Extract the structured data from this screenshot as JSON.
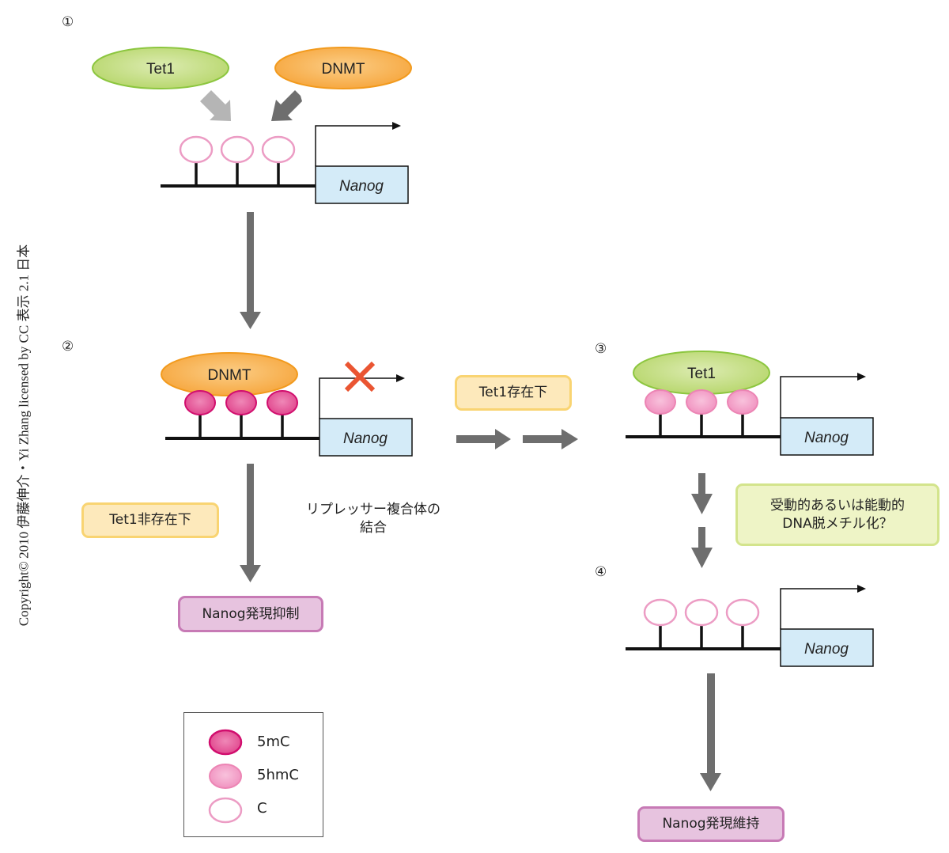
{
  "copyright": "Copyright© 2010 伊藤伸介・Yi Zhang licensed by CC 表示 2.1 日本",
  "steps": [
    {
      "number": "①",
      "gene": "Nanog",
      "sites": "C",
      "enzymes": [
        "Tet1",
        "DNMT"
      ]
    },
    {
      "number": "②",
      "gene": "Nanog",
      "sites": "5mC",
      "bound_enzyme": "DNMT",
      "transcription_blocked": true
    },
    {
      "number": "③",
      "gene": "Nanog",
      "sites": "5hmC",
      "bound_enzyme": "Tet1",
      "transcription_blocked": false
    },
    {
      "number": "④",
      "gene": "Nanog",
      "sites": "C",
      "transcription_blocked": false
    }
  ],
  "labels": {
    "tet1_present": "Tet1存在下",
    "tet1_absent": "Tet1非存在下",
    "repressor_binding": [
      "リプレッサー複合体の",
      "結合"
    ],
    "demethylation": [
      "受動的あるいは能動的",
      "DNA脱メチル化？"
    ],
    "repression": "Nanog発現抑制",
    "maintenance": "Nanog発現維持"
  },
  "legend": [
    {
      "symbol": "5mC",
      "label": "5mC"
    },
    {
      "symbol": "5hmC",
      "label": "5hmC"
    },
    {
      "symbol": "C",
      "label": "C"
    }
  ],
  "colors": {
    "tet1_fill": "#c9e08a",
    "tet1_stroke": "#8cc63f",
    "dnmt_fill": "#f9b95c",
    "dnmt_stroke": "#f29a1d",
    "mc_fill": "#e35a9c",
    "mc_stroke": "#d10e6e",
    "hmc_fill": "#f4a6cb",
    "hmc_stroke": "#ec85b4",
    "c_stroke": "#ec9cc4",
    "gene_fill": "#d4ebf8",
    "arrow_dark": "#6e6e6e",
    "arrow_light": "#b5b5b5",
    "block_x": "#ea5532"
  }
}
